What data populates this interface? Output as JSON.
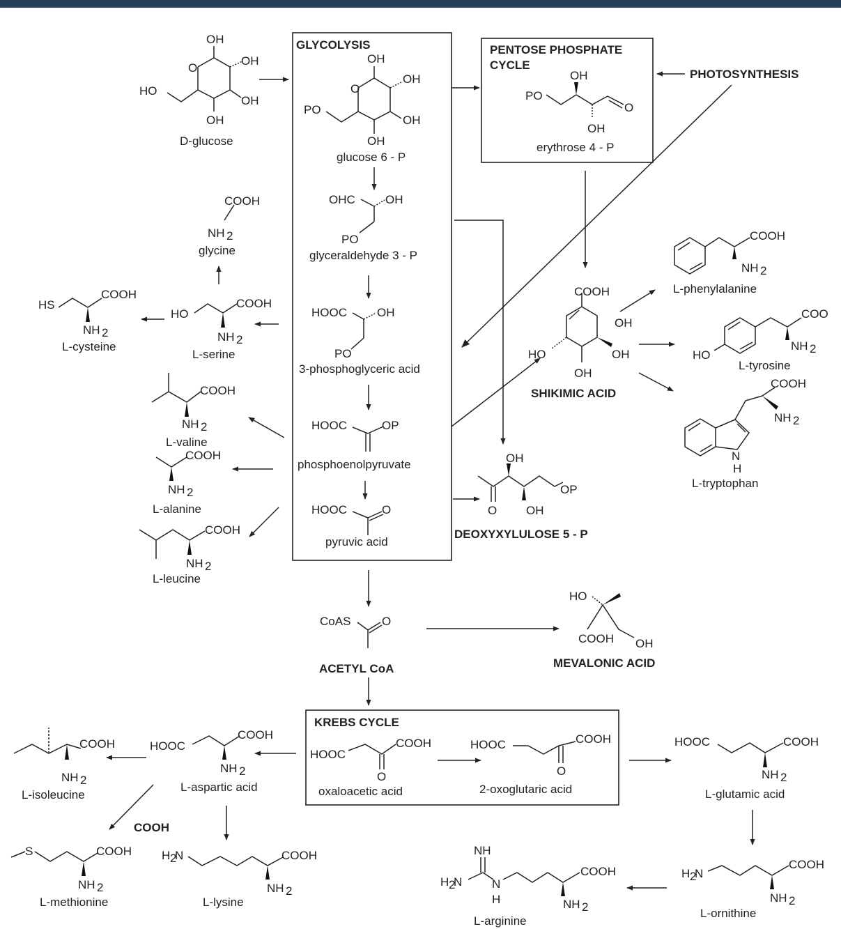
{
  "colors": {
    "top_bar": "#263a5a",
    "ink": "#222222"
  },
  "boxes": {
    "glycolysis": "GLYCOLYSIS",
    "pentose": [
      "PENTOSE PHOSPHATE",
      "CYCLE"
    ],
    "krebs": "KREBS CYCLE"
  },
  "headings": {
    "photosynthesis": "PHOTOSYNTHESIS",
    "shikimic": "SHIKIMIC ACID",
    "deoxy": "DEOXYXYLULOSE 5 - P",
    "acetyl": "ACETYL CoA",
    "mevalonic": "MEVALONIC ACID",
    "cooh_label": "COOH"
  },
  "compounds": {
    "d_glucose": "D-glucose",
    "glucose6p": "glucose 6 - P",
    "erythrose": "erythrose 4 - P",
    "glyceraldehyde": "glyceraldehyde 3 - P",
    "phosphoglyceric": "3-phosphoglyceric acid",
    "pep": "phosphoenolpyruvate",
    "pyruvic": "pyruvic acid",
    "glycine": "glycine",
    "serine": "L-serine",
    "cysteine": "L-cysteine",
    "valine": "L-valine",
    "alanine": "L-alanine",
    "leucine": "L-leucine",
    "phenylalanine": "L-phenylalanine",
    "tyrosine": "L-tyrosine",
    "tryptophan": "L-tryptophan",
    "oxaloacetic": "oxaloacetic acid",
    "oxoglutaric": "2-oxoglutaric acid",
    "glutamic": "L-glutamic acid",
    "aspartic": "L-aspartic acid",
    "isoleucine": "L-isoleucine",
    "methionine": "L-methionine",
    "lysine": "L-lysine",
    "arginine": "L-arginine",
    "ornithine": "L-ornithine"
  }
}
